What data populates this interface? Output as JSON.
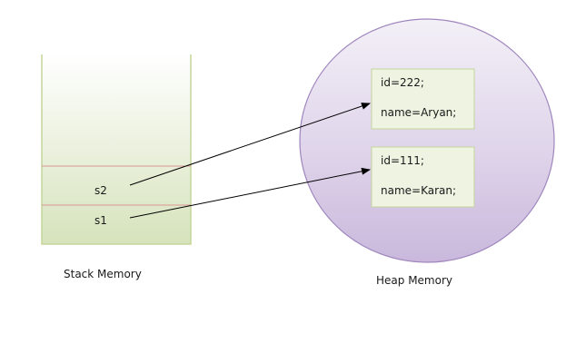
{
  "stack": {
    "label": "Stack Memory",
    "slots": [
      {
        "label": "s2"
      },
      {
        "label": "s1"
      }
    ]
  },
  "heap": {
    "label": "Heap Memory",
    "objects": [
      {
        "id_line": "id=222;",
        "name_line": "name=Aryan;"
      },
      {
        "id_line": "id=111;",
        "name_line": "name=Karan;"
      }
    ]
  },
  "colors": {
    "stack_fill_top": "#ffffff",
    "stack_fill_bottom": "#d6e3bc",
    "stack_border": "#c3d69b",
    "stack_divider": "#d99694",
    "heap_fill_top": "#f3f0f7",
    "heap_fill_bottom": "#c9b8dc",
    "heap_border": "#9f86bd",
    "box_fill": "#eef3e2",
    "box_border": "#c3d69b",
    "arrow": "#000000"
  }
}
